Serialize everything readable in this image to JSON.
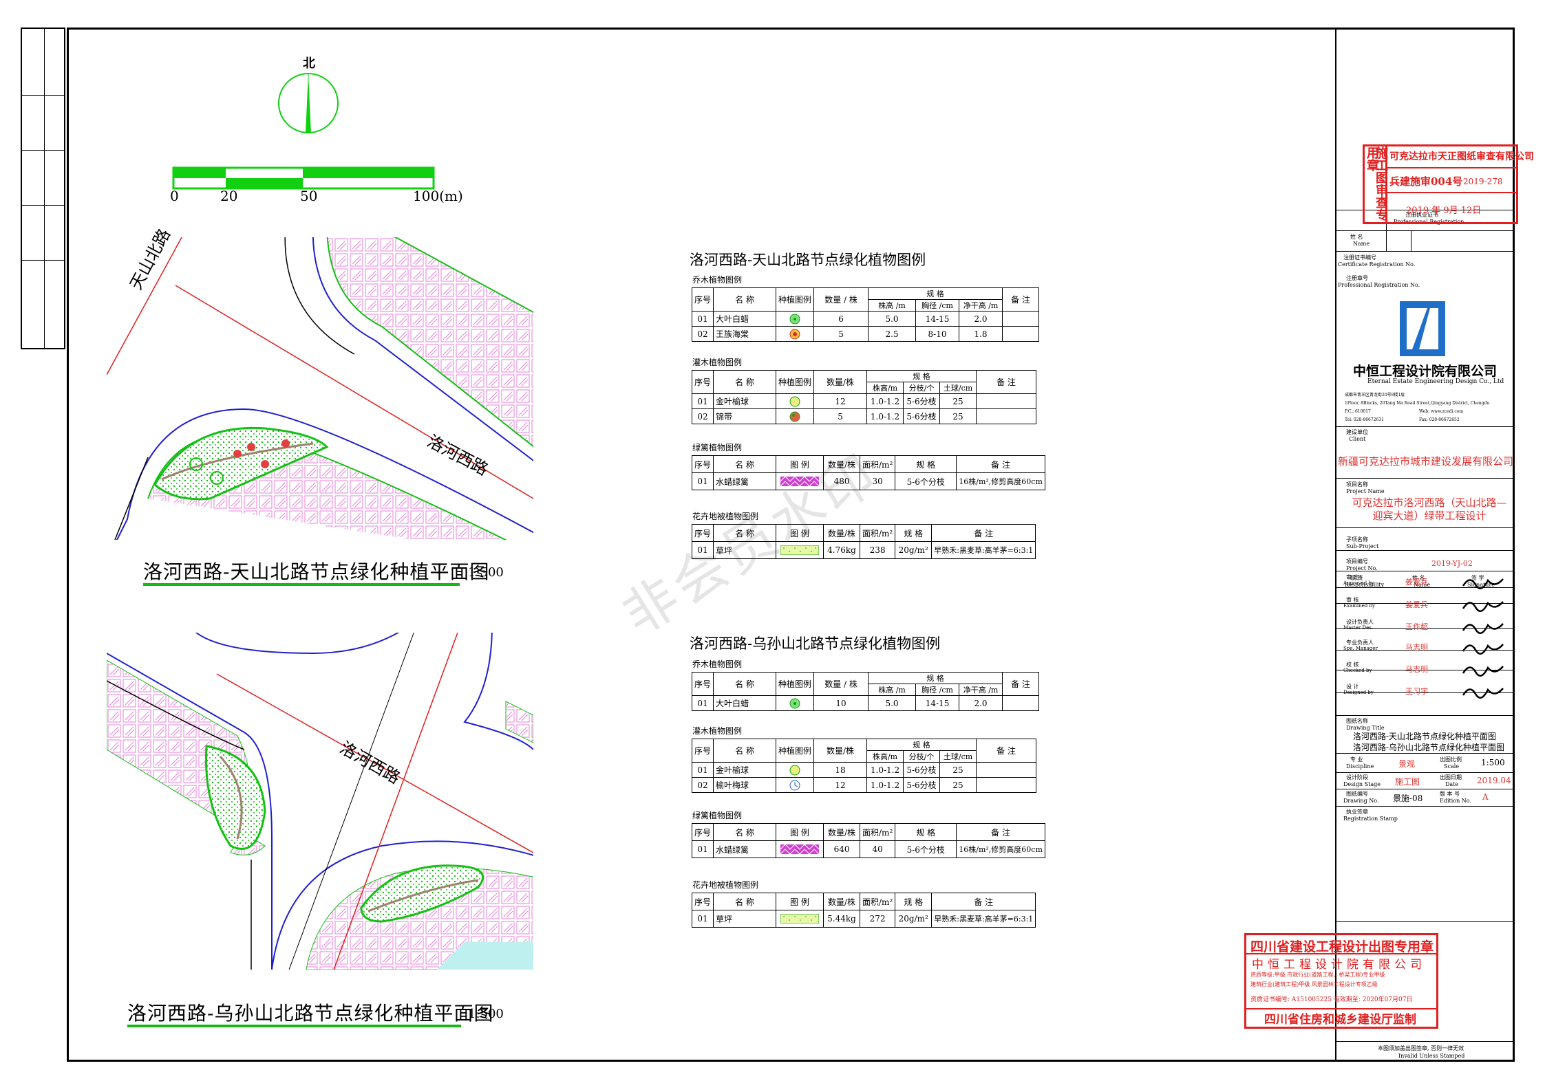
{
  "north_label": "北",
  "scale_bar": {
    "ticks": [
      "0",
      "20",
      "50",
      "100(m)"
    ]
  },
  "plan1": {
    "caption": "洛河西路-天山北路节点绿化种植平面图",
    "scale": "1:500",
    "road_labels": [
      "天山北路",
      "洛河西路"
    ]
  },
  "plan2": {
    "caption": "洛河西路-乌孙山北路节点绿化种植平面图",
    "scale": "1:500",
    "road_labels": [
      "洛河西路"
    ]
  },
  "watermark": "非会员水印",
  "legend1": {
    "title": "洛河西路-天山北路节点绿化植物图例",
    "trees": {
      "heading": "乔木植物图例",
      "header": [
        "序号",
        "名 称",
        "种植图例",
        "数量 / 株",
        "规 格",
        "株高 /m",
        "胸径 /cm",
        "净干高 /m",
        "备 注"
      ],
      "rows": [
        [
          "01",
          "大叶白蜡",
          "6",
          "5.0",
          "14-15",
          "2.0"
        ],
        [
          "02",
          "王族海棠",
          "5",
          "2.5",
          "8-10",
          "1.8"
        ]
      ]
    },
    "shrubs": {
      "heading": "灌木植物图例",
      "header": [
        "序号",
        "名 称",
        "种植图例",
        "数量/株",
        "规 格",
        "株高/m",
        "分枝/个",
        "土球/cm",
        "备 注"
      ],
      "rows": [
        [
          "01",
          "金叶榆球",
          "12",
          "1.0-1.2",
          "5-6分枝",
          "25"
        ],
        [
          "02",
          "锦带",
          "5",
          "1.0-1.2",
          "5-6分枝",
          "25"
        ]
      ]
    },
    "hedge": {
      "heading": "绿篱植物图例",
      "header": [
        "序号",
        "名 称",
        "图 例",
        "数量/株",
        "面积/m²",
        "规 格",
        "备 注"
      ],
      "rows": [
        [
          "01",
          "水蜡绿篱",
          "480",
          "30",
          "5-6个分枝",
          "16株/m²,修剪高度60cm"
        ]
      ]
    },
    "ground": {
      "heading": "花卉地被植物图例",
      "header": [
        "序号",
        "名 称",
        "图 例",
        "数量/株",
        "面积/m²",
        "规 格",
        "备 注"
      ],
      "rows": [
        [
          "01",
          "草坪",
          "4.76kg",
          "238",
          "20g/m²",
          "早熟禾:黑麦草:高羊茅=6:3:1"
        ]
      ]
    }
  },
  "legend2": {
    "title": "洛河西路-乌孙山北路节点绿化植物图例",
    "trees": {
      "heading": "乔木植物图例",
      "header": [
        "序号",
        "名 称",
        "种植图例",
        "数量 / 株",
        "规 格",
        "株高 /m",
        "胸径 /cm",
        "净干高 /m",
        "备 注"
      ],
      "rows": [
        [
          "01",
          "大叶白蜡",
          "10",
          "5.0",
          "14-15",
          "2.0"
        ]
      ]
    },
    "shrubs": {
      "heading": "灌木植物图例",
      "header": [
        "序号",
        "名 称",
        "种植图例",
        "数量/株",
        "规 格",
        "株高/m",
        "分枝/个",
        "土球/cm",
        "备 注"
      ],
      "rows": [
        [
          "01",
          "金叶榆球",
          "18",
          "1.0-1.2",
          "5-6分枝",
          "25"
        ],
        [
          "02",
          "榆叶梅球",
          "12",
          "1.0-1.2",
          "5-6分枝",
          "25"
        ]
      ]
    },
    "hedge": {
      "heading": "绿篱植物图例",
      "header": [
        "序号",
        "名 称",
        "图 例",
        "数量/株",
        "面积/m²",
        "规 格",
        "备 注"
      ],
      "rows": [
        [
          "01",
          "水蜡绿篱",
          "640",
          "40",
          "5-6个分枝",
          "16株/m²,修剪高度60cm"
        ]
      ]
    },
    "ground": {
      "heading": "花卉地被植物图例",
      "header": [
        "序号",
        "名 称",
        "图 例",
        "数量/株",
        "面积/m²",
        "规 格",
        "备 注"
      ],
      "rows": [
        [
          "01",
          "草坪",
          "5.44kg",
          "272",
          "20g/m²",
          "早熟禾:黑麦草:高羊茅=6:3:1"
        ]
      ]
    }
  },
  "stamp_review": {
    "side": "施工图审查专用章",
    "org": "可克达拉市天正图纸审查有限公司",
    "code": "兵建施审004号",
    "number": "2019-278",
    "date": "2019 年 9月 12日"
  },
  "title_block": {
    "reg_cert": "注册执业证书",
    "reg_cert_en": "Professional Registration",
    "name_label": "姓 名",
    "name_en": "Name",
    "cert_no": "注册证书编号",
    "cert_no_en": "Certificate Registration No.",
    "seal_no": "注册章号",
    "seal_no_en": "Professional Registration No.",
    "company_cn": "中恒工程设计院有限公司",
    "company_en": "Eternal Estate Engineering Design Co., Ltd",
    "address": "成都市青羊区青龙街20号8楼1层",
    "address_en": "1Floor, 8Blocks, 20Tang Ma Road Street,Qingyang District, Chengdu",
    "postcode": "P.C.: 610017",
    "web": "Web: www.zcedi.com",
    "tel": "Tel: 028-86672631",
    "fax": "Fax: 028-86672652",
    "client_label": "建设单位",
    "client_en": "Client",
    "client": "新疆可克达拉市城市建设发展有限公司",
    "project_label": "项目名称",
    "project_en": "Project Name",
    "project": "可克达拉市洛河西路（天山北路—迎宾大道）绿带工程设计",
    "subproject_label": "子项名称",
    "subproject_en": "Sub-Project",
    "project_no_label": "项目编号",
    "project_no_en": "Project No.",
    "project_no": "2019-YJ-02",
    "col_resp": "职 责",
    "col_resp_en": "Responsibility",
    "col_name": "姓 名",
    "col_name_en": "Name",
    "col_sign": "签 字",
    "col_sign_en": "Signature",
    "roles": [
      {
        "role": "审 定",
        "en": "Approved by",
        "name": "姜爱兵"
      },
      {
        "role": "审 核",
        "en": "Examined by",
        "name": "姜爱兵"
      },
      {
        "role": "设计负责人",
        "en": "Master Des.",
        "name": "王作超"
      },
      {
        "role": "专业负责人",
        "en": "Spe. Manager",
        "name": "马志明"
      },
      {
        "role": "校 核",
        "en": "Checked by",
        "name": "马志明"
      },
      {
        "role": "设 计",
        "en": "Designed by",
        "name": "王习宇"
      }
    ],
    "drawing_title_label": "图纸名称",
    "drawing_title_en": "Drawing Title",
    "drawing_title_1": "洛河西路-天山北路节点绿化种植平面图",
    "drawing_title_2": "洛河西路-乌孙山北路节点绿化种植平面图",
    "discipline_label": "专 业",
    "discipline_en": "Discipline",
    "discipline": "景观",
    "scale_label": "出图比例",
    "scale_en": "Scale",
    "scale": "1:500",
    "stage_label": "设计阶段",
    "stage_en": "Design Stage",
    "stage": "施工图",
    "date_label": "出图日期",
    "date_en": "Date",
    "date": "2019.04",
    "drawing_no_label": "图纸编号",
    "drawing_no_en": "Drawing No.",
    "drawing_no": "景施-08",
    "edition_label": "版 本 号",
    "edition_en": "Edition No.",
    "edition": "A",
    "stamp_label": "执业签章",
    "stamp_en": "Registration Stamp",
    "footer": "本图须加盖出图签章, 否则一律无效",
    "footer_en": "Invalid Unless Stamped"
  },
  "stamp_sichuan": {
    "top": "四川省建设工程设计出图专用章",
    "company": "中恒工程设计院有限公司",
    "body1": "资质等级:甲级 市政行业(道路工程、桥梁工程)专业甲级",
    "body2": "建筑行业(建筑工程)甲级 风景园林工程设计专项乙级",
    "cert": "资质证书编号: A151005225 有效期至: 2020年07月07日",
    "bottom": "四川省住房和城乡建设厅监制"
  }
}
